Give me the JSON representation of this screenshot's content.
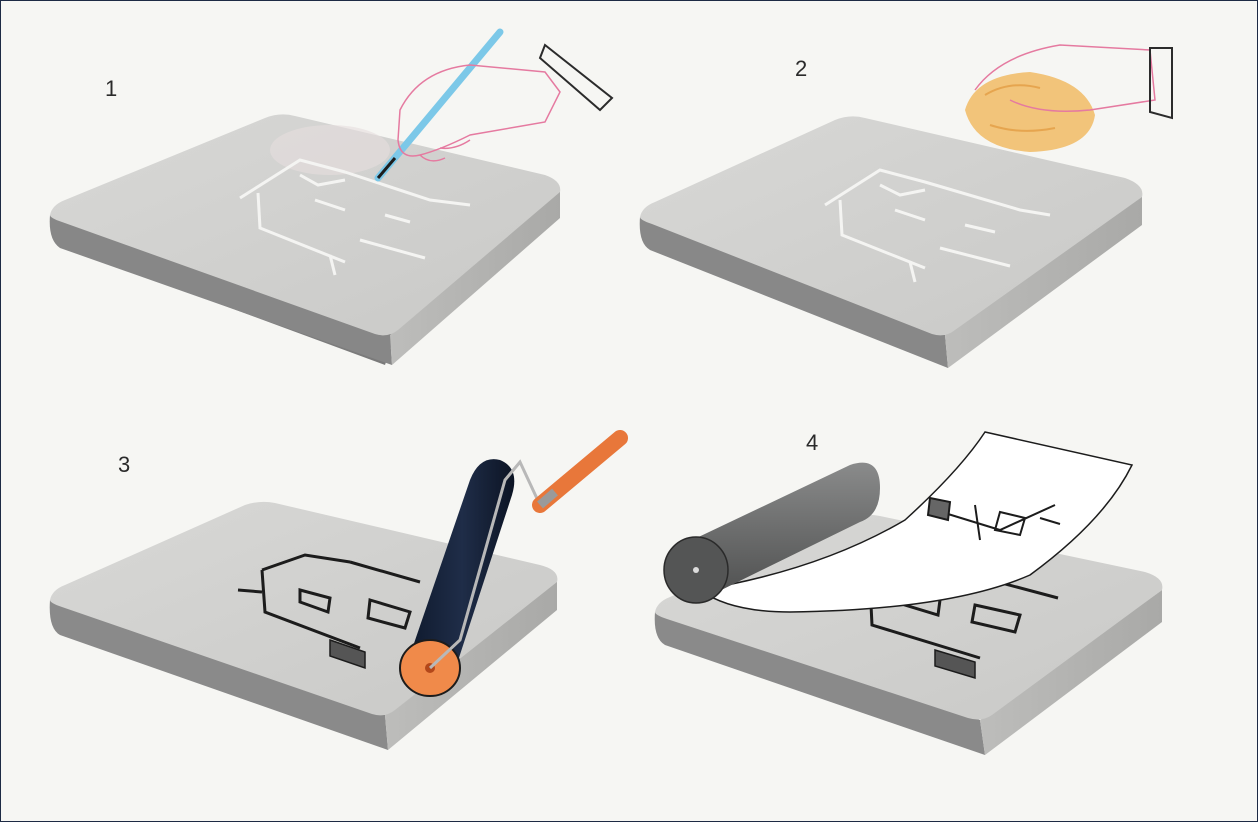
{
  "steps": [
    {
      "number": "1"
    },
    {
      "number": "2"
    },
    {
      "number": "3"
    },
    {
      "number": "4"
    }
  ],
  "colors": {
    "background": "#f6f6f3",
    "stone_top": "#cfcfcd",
    "stone_side": "#8f8f8f",
    "pencil": "#7cc8e8",
    "hand_outline": "#e57aa0",
    "sponge": "#f2c47a",
    "roller_dark": "#152035",
    "roller_grey": "#6f7070",
    "roller_end": "#f08a4a",
    "handle": "#e8773a"
  },
  "icons": [
    "hand-with-pencil-icon",
    "hand-with-sponge-icon",
    "ink-roller-icon",
    "press-roller-icon",
    "paper-print-icon",
    "house-drawing-icon"
  ]
}
